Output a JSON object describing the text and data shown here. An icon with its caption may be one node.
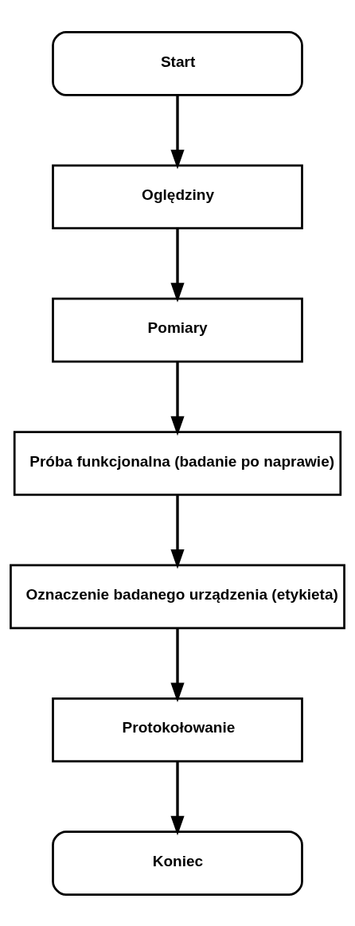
{
  "diagram": {
    "nodes": [
      {
        "text": [
          "Start"
        ]
      },
      {
        "text": [
          "Oględziny"
        ]
      },
      {
        "text": [
          "Pomiary"
        ]
      },
      {
        "text": [
          "Próba funkcjonalna (badanie po naprawie)"
        ]
      },
      {
        "text": [
          "Oznaczenie badanego urządzenia (etykieta)"
        ]
      },
      {
        "text": [
          "Protokołowanie"
        ]
      },
      {
        "text": [
          "Koniec"
        ]
      }
    ],
    "edges": [
      {
        "from": 0,
        "to": 1,
        "arrow": "to"
      },
      {
        "from": 1,
        "to": 2,
        "arrow": "to"
      },
      {
        "from": 2,
        "to": 3,
        "arrow": "to"
      },
      {
        "from": 3,
        "to": 4,
        "arrow": "to"
      },
      {
        "from": 4,
        "to": 5,
        "arrow": "to"
      },
      {
        "from": 5,
        "to": 6,
        "arrow": "to"
      }
    ]
  }
}
